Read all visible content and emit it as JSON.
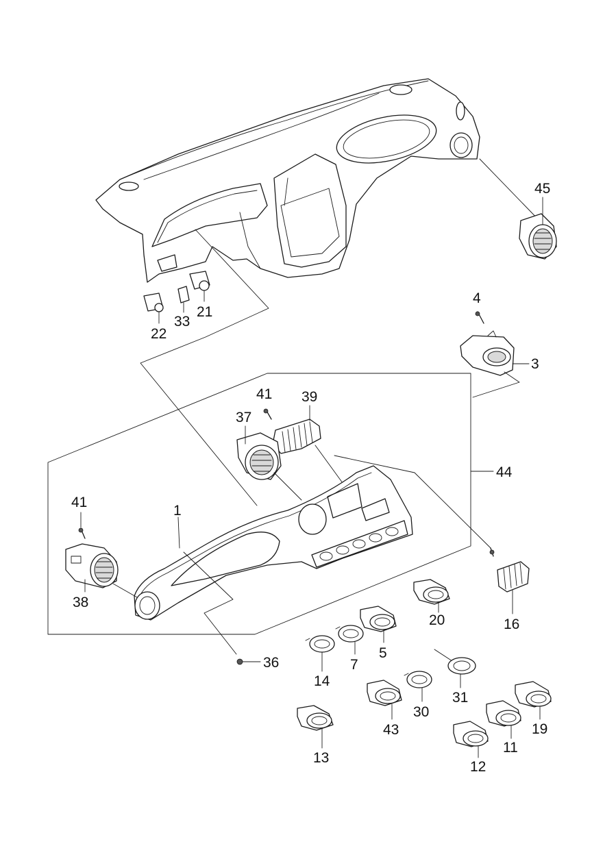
{
  "callouts": {
    "c1": "1",
    "c3": "3",
    "c4": "4",
    "c5": "5",
    "c7": "7",
    "c11": "11",
    "c12": "12",
    "c13": "13",
    "c14": "14",
    "c16": "16",
    "c19": "19",
    "c20": "20",
    "c21": "21",
    "c22": "22",
    "c30": "30",
    "c31": "31",
    "c33": "33",
    "c36": "36",
    "c37": "37",
    "c38": "38",
    "c39": "39",
    "c41a": "41",
    "c41b": "41",
    "c43": "43",
    "c44": "44",
    "c45": "45"
  }
}
